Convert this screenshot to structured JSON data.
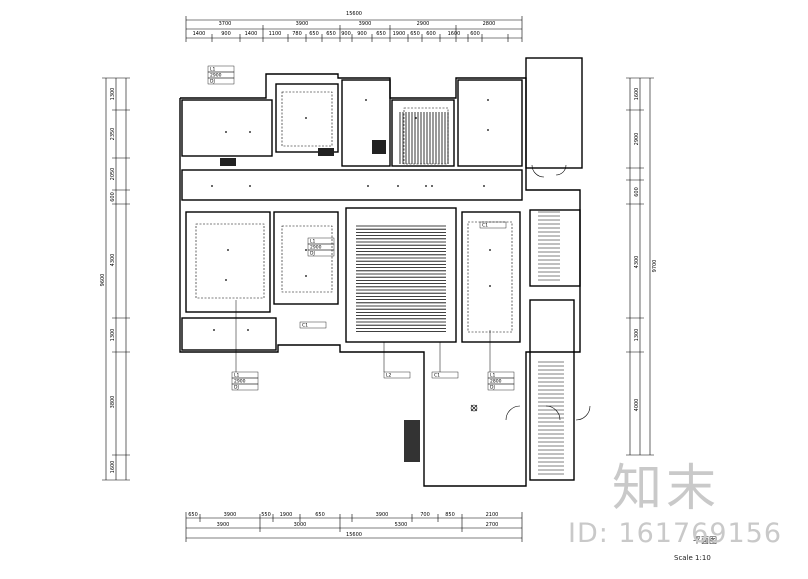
{
  "drawing": {
    "scale_text": "Scale 1:10",
    "title_text": "平面图",
    "watermark_logo": "知末",
    "watermark_id": "ID: 161769156"
  },
  "dims_top": {
    "overall": "15600",
    "upper": [
      "3700",
      "3900",
      "3900",
      "2900",
      "2800"
    ],
    "lower": [
      "1400",
      "900",
      "1400",
      "1100",
      "780",
      "650",
      "650",
      "900",
      "900",
      "650",
      "1900",
      "650",
      "600",
      "1600",
      "600"
    ]
  },
  "dims_bottom": {
    "overall": "15600",
    "upper": [
      "650",
      "3900",
      "550",
      "1900",
      "650",
      "3900",
      "700",
      "850",
      "2100"
    ],
    "lower": [
      "3900",
      "3000",
      "5300",
      "2700"
    ]
  },
  "dims_left": {
    "overall": "9600",
    "segments": [
      "1300",
      "2350",
      "2050",
      "600",
      "4300",
      "1300",
      "3800",
      "1600"
    ]
  },
  "dims_right": {
    "overall": "9700",
    "segments": [
      "1600",
      "2900",
      "600",
      "4300",
      "1300",
      "4000"
    ]
  },
  "tags": [
    {
      "id": "A",
      "lines": [
        "L1",
        "2900",
        "DJ"
      ]
    },
    {
      "id": "B",
      "lines": [
        "L1",
        "2900",
        "DJ"
      ]
    },
    {
      "id": "C",
      "lines": [
        "C1"
      ]
    },
    {
      "id": "D",
      "lines": [
        "L2"
      ]
    },
    {
      "id": "E",
      "lines": [
        "C1"
      ]
    },
    {
      "id": "F",
      "lines": [
        "L1",
        "2800",
        "DJ"
      ]
    },
    {
      "id": "G",
      "lines": [
        "C1"
      ]
    },
    {
      "id": "H",
      "lines": [
        "L1",
        "2900",
        "DJ"
      ]
    }
  ]
}
